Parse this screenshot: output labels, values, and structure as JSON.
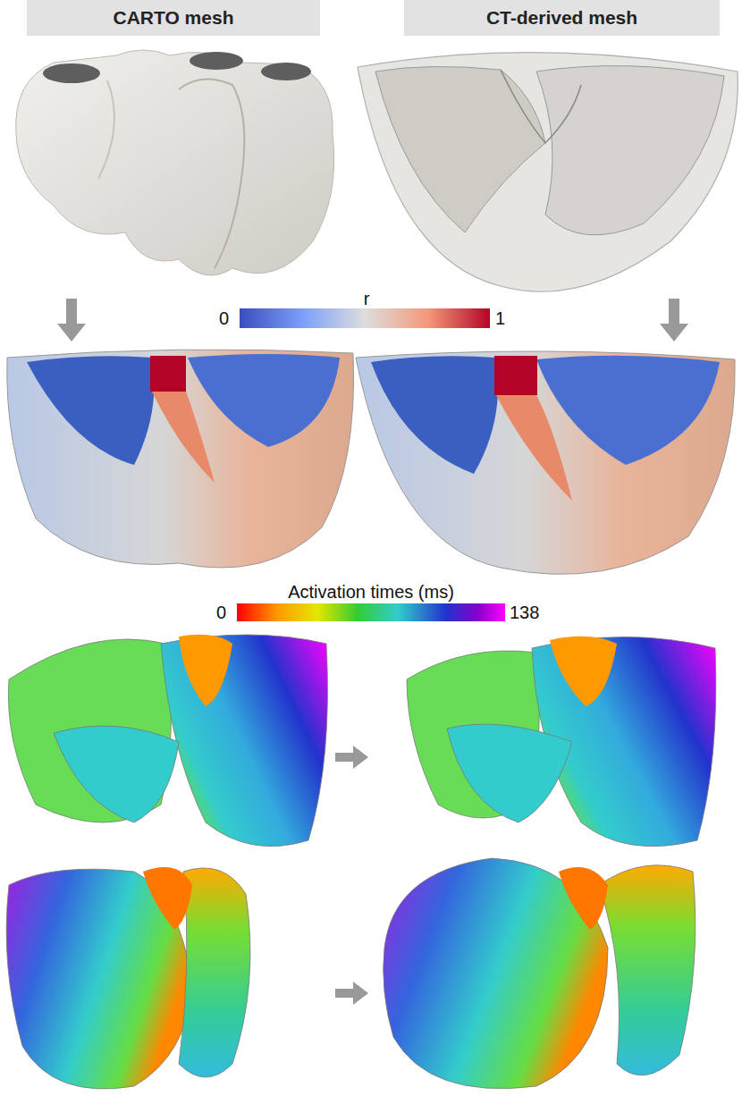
{
  "diagram": {
    "nodes": [
      {
        "text": [
          "CARTO mesh"
        ]
      },
      {
        "text": [
          "CT-derived mesh"
        ]
      }
    ],
    "labels": [
      "r",
      "0",
      "1",
      "Activation times (ms)",
      "0",
      "138"
    ]
  }
}
